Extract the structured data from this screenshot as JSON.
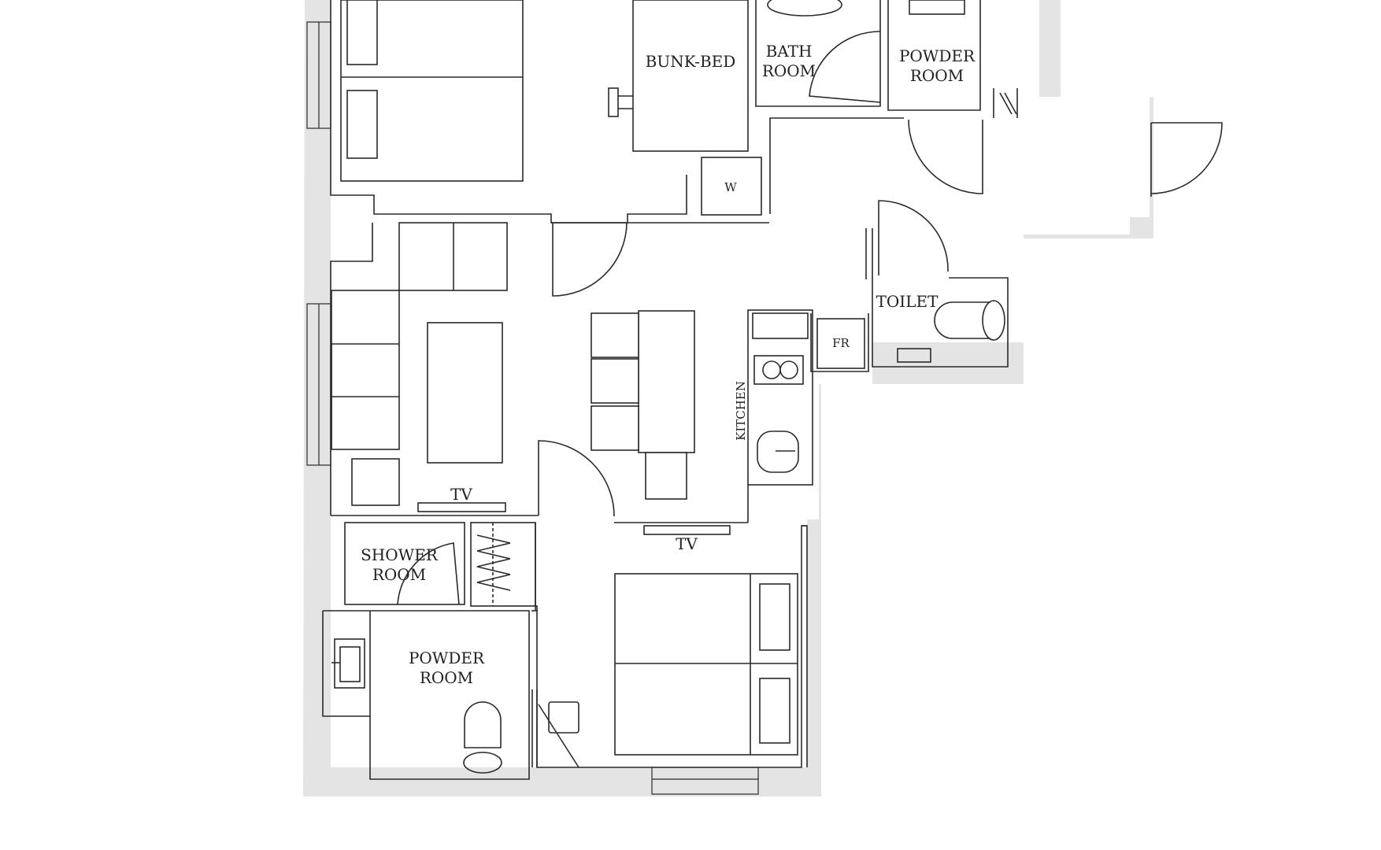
{
  "colors": {
    "wall": "#e4e4e4",
    "line": "#2a2a2a",
    "background": "#ffffff"
  },
  "labels": {
    "bunk_bed": "BUNK-BED",
    "bath_room_1": "BATH",
    "bath_room_2": "ROOM",
    "powder_room_top_1": "POWDER",
    "powder_room_top_2": "ROOM",
    "w": "W",
    "toilet": "TOILET",
    "fr": "FR",
    "kitchen": "KITCHEN",
    "tv_living": "TV",
    "tv_bedroom": "TV",
    "shower_room_1": "SHOWER",
    "shower_room_2": "ROOM",
    "powder_room_bottom_1": "POWDER",
    "powder_room_bottom_2": "ROOM"
  }
}
